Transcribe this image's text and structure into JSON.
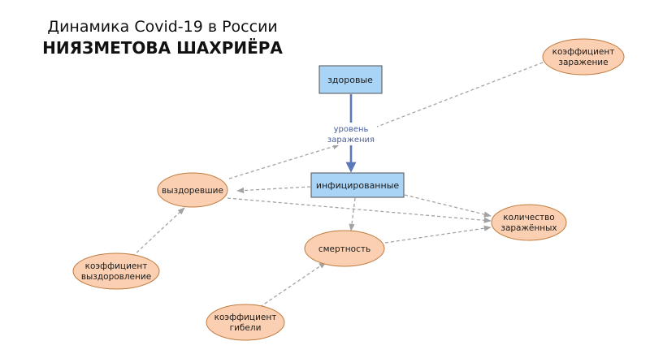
{
  "title": {
    "line1": "Динамика Covid-19 в России",
    "line2": "НИЯЗМЕТОВА ШАХРИЁРА"
  },
  "colors": {
    "stock_fill": "#a9d4f5",
    "stock_stroke": "#4f4f4f",
    "aux_fill": "#fbd0b2",
    "aux_stroke": "#c07a3c",
    "flow": "#5b79b8",
    "link": "#a3a3a3"
  },
  "stocks": {
    "healthy": "здоровые",
    "infected": "инфицированные"
  },
  "flow": {
    "label_line1": "уровень",
    "label_line2": "заражения"
  },
  "aux": {
    "infection_coef_l1": "коэффициент",
    "infection_coef_l2": "заражение",
    "recovered": "выздоревшие",
    "count_l1": "количество",
    "count_l2": "заражённых",
    "mortality": "смертность",
    "recovery_coef_l1": "коэффициент",
    "recovery_coef_l2": "выздоровление",
    "death_coef_l1": "коэффициент",
    "death_coef_l2": "гибели"
  }
}
